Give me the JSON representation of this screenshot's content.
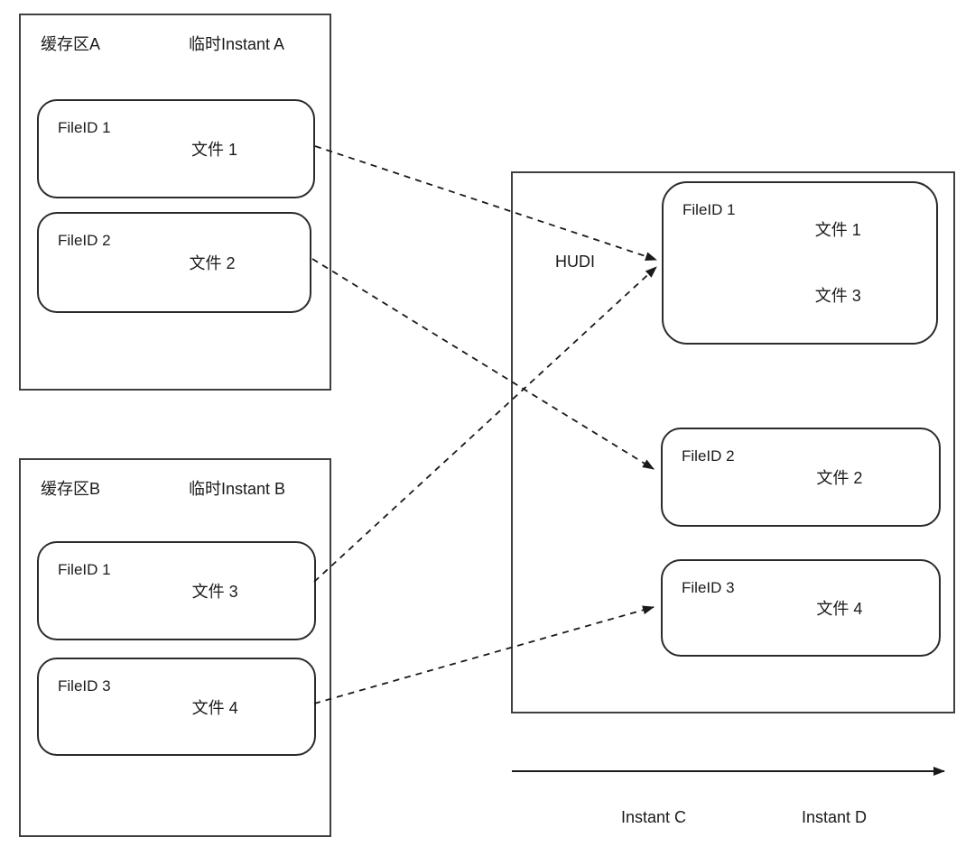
{
  "diagram": {
    "buffer_a": {
      "title": "缓存区A",
      "instant_label": "临时Instant A",
      "files": [
        {
          "file_id": "FileID 1",
          "file": "文件 1"
        },
        {
          "file_id": "FileID 2",
          "file": "文件 2"
        }
      ]
    },
    "buffer_b": {
      "title": "缓存区B",
      "instant_label": "临时Instant B",
      "files": [
        {
          "file_id": "FileID 1",
          "file": "文件 3"
        },
        {
          "file_id": "FileID 3",
          "file": "文件 4"
        }
      ]
    },
    "hudi": {
      "title": "HUDI",
      "file_groups": [
        {
          "file_id": "FileID 1",
          "files": [
            "文件 1",
            "文件 3"
          ]
        },
        {
          "file_id": "FileID 2",
          "files": [
            "文件 2"
          ]
        },
        {
          "file_id": "FileID 3",
          "files": [
            "文件 4"
          ]
        }
      ]
    },
    "timeline": {
      "instant_c": "Instant C",
      "instant_d": "Instant D"
    },
    "colors": {
      "stroke": "#1a1a1a",
      "box_border": "#2b2b2b",
      "background": "#ffffff"
    }
  }
}
